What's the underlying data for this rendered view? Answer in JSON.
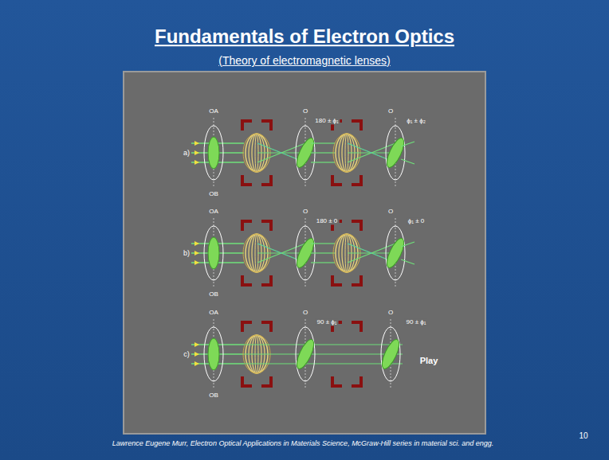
{
  "diagram": {
    "title": "Fundamentals of Electron Optics",
    "caption": "Lawrence Eugene Murr, Electron Optical Applications in Materials Science, McGraw-Hill series in material sci. and engg.",
    "labels": [
      "(Theory of electromagnetic lenses)",
      "OA",
      "O",
      "180 ± ϕ₁",
      "O",
      "ϕ₁ ± ϕ₂",
      "a)",
      "OB",
      "OA",
      "O",
      "180 ± 0",
      "O",
      "ϕ₁ ± 0",
      "b)",
      "OB",
      "OA",
      "O",
      "90 ± ϕ₁",
      "O",
      "90 ± ϕ₁",
      "c)",
      "Play",
      "OB",
      "10"
    ]
  }
}
